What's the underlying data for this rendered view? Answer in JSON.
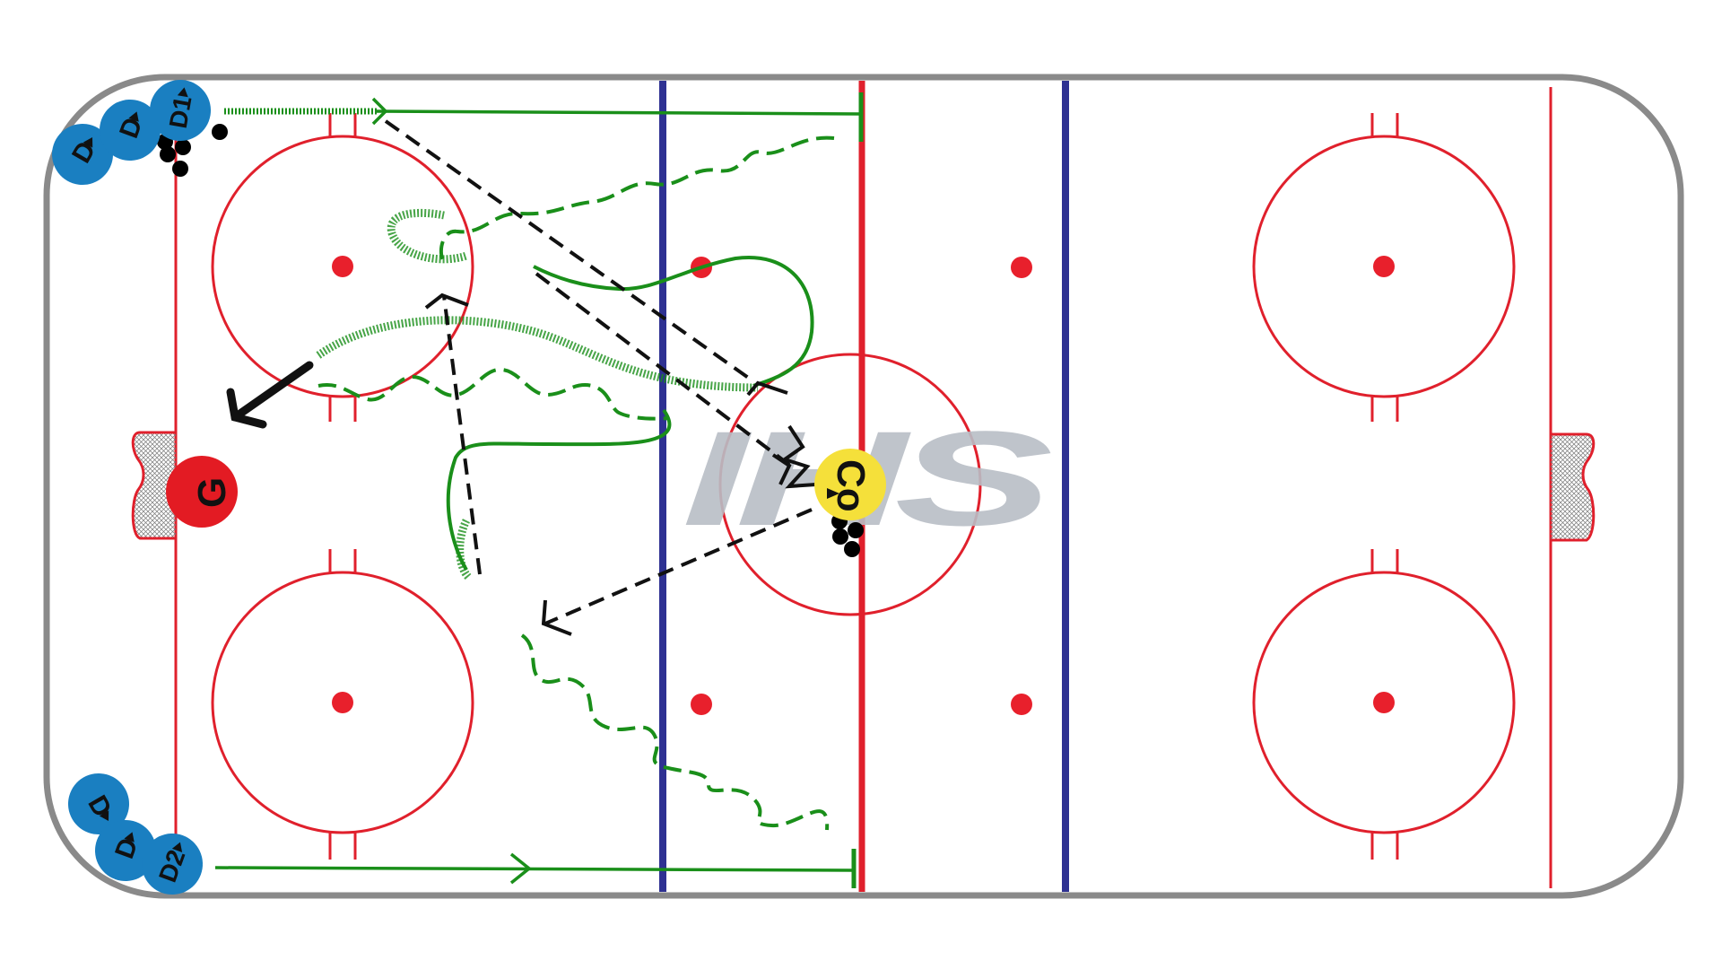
{
  "colors": {
    "board": "#8a8a8a",
    "red_line": "#e0202c",
    "blue_line": "#2e3192",
    "dot": "#e8202c",
    "skating_path": "#1a8f1a",
    "pass": "#111111",
    "defense_token": "#1a7fc1",
    "coach_token": "#f5e03a",
    "goalie_token": "#e31b23",
    "watermark": "#b9bec6",
    "puck": "#000000"
  },
  "players": {
    "top_group": [
      {
        "label": "D",
        "role": "defense"
      },
      {
        "label": "D",
        "role": "defense"
      },
      {
        "label": "D1",
        "role": "defense"
      }
    ],
    "bottom_group": [
      {
        "label": "D",
        "role": "defense"
      },
      {
        "label": "D",
        "role": "defense"
      },
      {
        "label": "D2",
        "role": "defense"
      }
    ],
    "coach": {
      "label": "Co",
      "role": "coach"
    },
    "goalie": {
      "label": "G",
      "role": "goalie"
    }
  },
  "watermark": {
    "text": "IHS"
  },
  "legend_icons": [
    "skate-path",
    "skate-with-puck-path",
    "backward-skate-path",
    "pass-arrow",
    "shot-arrow",
    "stop-marker",
    "puck"
  ]
}
